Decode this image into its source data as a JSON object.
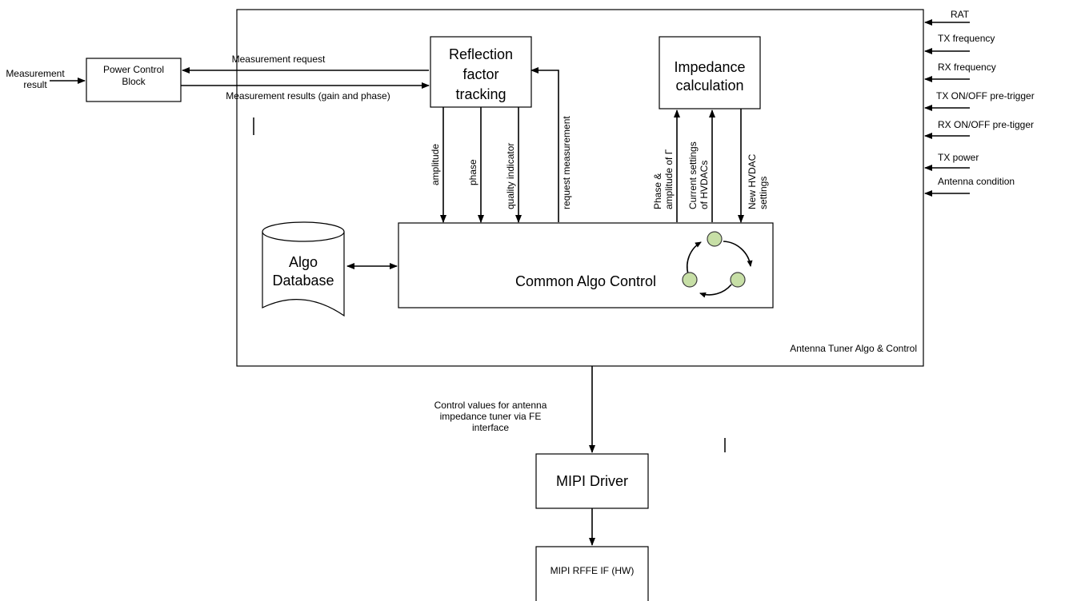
{
  "external_input": {
    "line1": "Measurement",
    "line2": "result"
  },
  "power_control": {
    "line1": "Power Control",
    "line2": "Block"
  },
  "links": {
    "measurement_request": "Measurement request",
    "measurement_results": "Measurement results (gain and phase)",
    "control_values_l1": "Control values for antenna",
    "control_values_l2": "impedance tuner via FE",
    "control_values_l3": "interface"
  },
  "reflection": {
    "line1": "Reflection",
    "line2": "factor",
    "line3": "tracking"
  },
  "impedance": {
    "line1": "Impedance",
    "line2": "calculation"
  },
  "signals": {
    "amplitude": "amplitude",
    "phase": "phase",
    "quality_indicator": "quality indicator",
    "request_measurement": "request measurement",
    "phase_amp_l1": "Phase &",
    "phase_amp_l2": "amplitude of Γ",
    "current_l1": "Current settings",
    "current_l2": "of HVDACs",
    "new_l1": "New HVDAC",
    "new_l2": "settings"
  },
  "database": {
    "line1": "Algo",
    "line2": "Database"
  },
  "common_algo": {
    "label": "Common Algo Control"
  },
  "container": {
    "label": "Antenna Tuner Algo & Control"
  },
  "inputs": [
    "RAT",
    "TX frequency",
    "RX frequency",
    "TX ON/OFF pre-trigger",
    "RX ON/OFF pre-tigger",
    "TX power",
    "Antenna condition"
  ],
  "mipi_driver": {
    "label": "MIPI Driver"
  },
  "mipi_rffe": {
    "label": "MIPI RFFE IF (HW)"
  },
  "colors": {
    "node_fill": "#c7dfa6",
    "line": "#000000"
  }
}
